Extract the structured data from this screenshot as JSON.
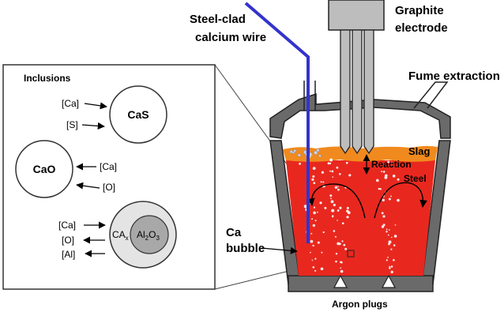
{
  "labels": {
    "wire": [
      "Steel-clad",
      "calcium wire"
    ],
    "electrode": [
      "Graphite",
      "electrode"
    ],
    "fume": "Fume extraction",
    "slag": "Slag",
    "reaction": "Reaction",
    "steel": "Steel",
    "ca_bubble": [
      "Ca",
      "bubble"
    ],
    "argon": "Argon plugs"
  },
  "inset": {
    "title": "Inclusions",
    "cas": {
      "name": "CaS",
      "inputs": [
        "[Ca]",
        "[S]"
      ]
    },
    "cao": {
      "name": "CaO",
      "inputs": [
        "[Ca]",
        "[O]"
      ]
    },
    "complex": {
      "outer": "CA",
      "outer_sub": "x",
      "core": "Al",
      "core_sub1": "2",
      "core_mid": "O",
      "core_sub2": "3",
      "species": [
        "[Ca]",
        "[O]",
        "[Al]"
      ]
    }
  },
  "colors": {
    "wire": "#3333cc",
    "steel": "#e8281f",
    "slag": "#f08a1e",
    "refractory": "#6a6a6a",
    "electrode": "#bdbdbd"
  }
}
